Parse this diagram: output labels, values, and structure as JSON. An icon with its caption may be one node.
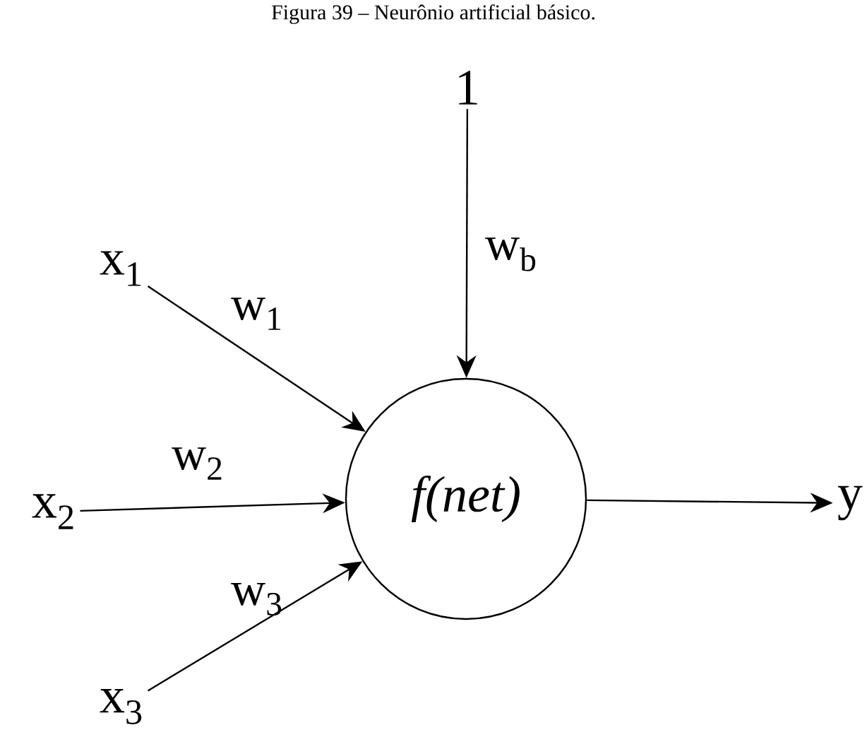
{
  "diagram": {
    "title": "Figura 39 – Neurônio artificial básico.",
    "nodes": [
      {
        "text": [
          "1"
        ]
      },
      {
        "text": [
          "x$_{1}$"
        ]
      },
      {
        "text": [
          "x$_{2}$"
        ]
      },
      {
        "text": [
          "x$_{3}$"
        ]
      },
      {
        "text": [
          "f(net)"
        ]
      },
      {
        "text": [
          "y"
        ]
      }
    ],
    "edges": [
      {
        "from": 0,
        "to": 4,
        "arrow": "to",
        "label": "w$_{b}$"
      },
      {
        "from": 1,
        "to": 4,
        "arrow": "to",
        "label": "w$_{1}$"
      },
      {
        "from": 2,
        "to": 4,
        "arrow": "to",
        "label": "w$_{2}$"
      },
      {
        "from": 3,
        "to": 4,
        "arrow": "to",
        "label": "w$_{3}$"
      },
      {
        "from": 4,
        "to": 5,
        "arrow": "to"
      }
    ]
  }
}
